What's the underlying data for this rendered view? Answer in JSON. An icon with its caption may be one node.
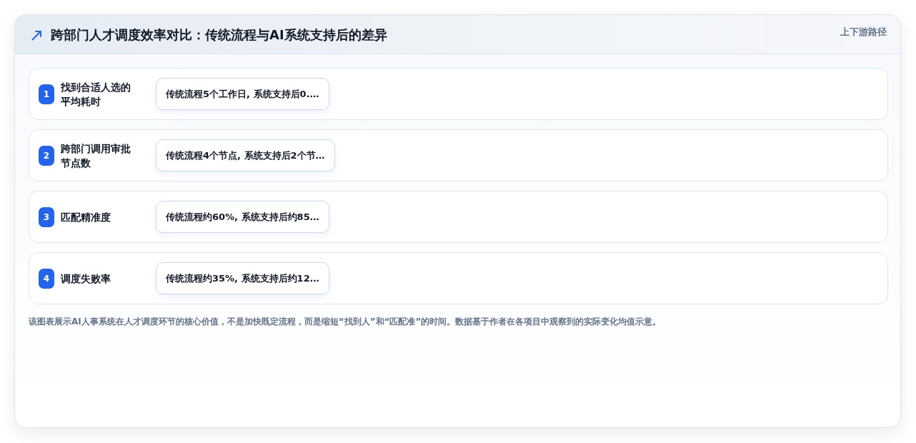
{
  "diagram": {
    "title": "跨部门人才调度效率对比：传统流程与AI系统支持后的差异",
    "caption": "该图表展示AI人事系统在人才调度环节的核心价值，不是加快既定流程，而是缩短“找到人”和“匹配准”的时间。数据基于作者在各项目中观察到的实际变化均值示意。",
    "nodes": [
      {
        "text": [
          "找到合适人选的平均耗时"
        ]
      },
      {
        "text": [
          "1"
        ],
        "in": 0
      },
      {
        "text": [
          "传统流程5个工作日, 系统支持后0.…"
        ],
        "in": 0
      },
      {
        "text": [
          "跨部门调用审批节点数"
        ]
      },
      {
        "text": [
          "2"
        ],
        "in": 3
      },
      {
        "text": [
          "传统流程4个节点, 系统支持后2个节…"
        ],
        "in": 3
      },
      {
        "text": [
          "匹配精准度"
        ]
      },
      {
        "text": [
          "3"
        ],
        "in": 6
      },
      {
        "text": [
          "传统流程约60%, 系统支持后约85…"
        ],
        "in": 6
      },
      {
        "text": [
          "调度失败率"
        ]
      },
      {
        "text": [
          "4"
        ],
        "in": 9
      },
      {
        "text": [
          "传统流程约35%, 系统支持后约12…"
        ],
        "in": 9
      }
    ],
    "labels": [
      "上下游路径"
    ]
  }
}
